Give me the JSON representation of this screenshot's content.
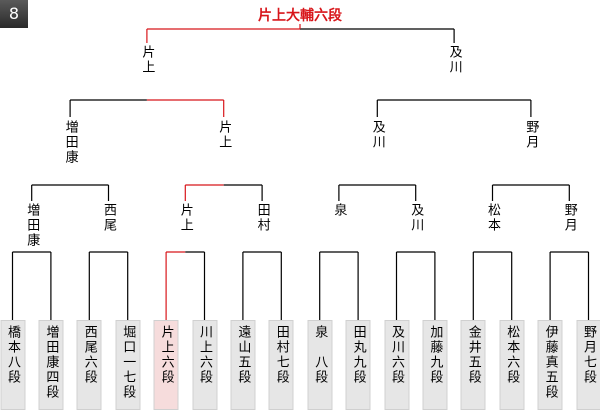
{
  "badge": "8",
  "champion": "片上大輔六段",
  "colors": {
    "win": "#d8161b",
    "line": "#000000"
  },
  "players": [
    "橋本八段",
    "増田康四段",
    "西尾六段",
    "堀口一七段",
    "片上六段",
    "川上六段",
    "遠山五段",
    "田村七段",
    "泉　八段",
    "田丸九段",
    "及川六段",
    "加藤九段",
    "金井五段",
    "松本六段",
    "伊藤真五段",
    "野月七段"
  ],
  "round2": [
    "増田康",
    "西尾",
    "片上",
    "田村",
    "泉",
    "及川",
    "松本",
    "野月"
  ],
  "round3": [
    "増田康",
    "片上",
    "及川",
    "野月"
  ],
  "round4": [
    "片上",
    "及川"
  ]
}
